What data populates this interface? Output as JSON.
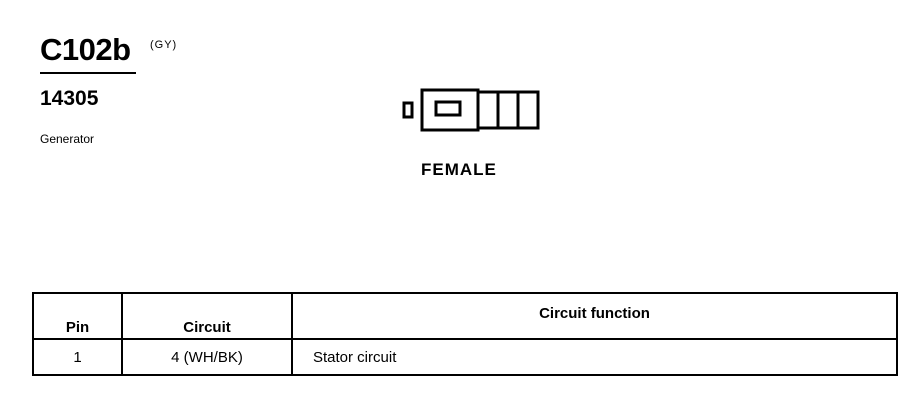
{
  "connector": {
    "id": "C102b",
    "color_code": "(GY)",
    "part_number": "14305",
    "component": "Generator",
    "gender": "FEMALE"
  },
  "table": {
    "headers": {
      "pin": "Pin",
      "circuit": "Circuit",
      "function": "Circuit function"
    },
    "rows": [
      {
        "pin": "1",
        "circuit": "4 (WH/BK)",
        "function": "Stator circuit"
      }
    ]
  }
}
